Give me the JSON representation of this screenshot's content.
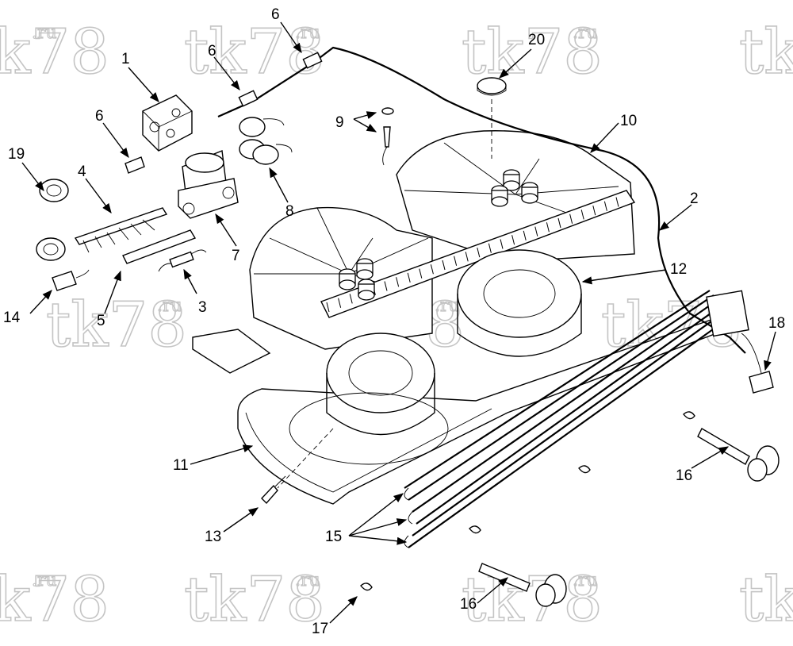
{
  "watermark": {
    "main": "tk78",
    "suffix": ".ru"
  },
  "callouts": [
    "1",
    "2",
    "3",
    "4",
    "5",
    "6",
    "6",
    "6",
    "7",
    "8",
    "9",
    "10",
    "11",
    "12",
    "13",
    "14",
    "15",
    "16",
    "16",
    "17",
    "18",
    "19",
    "20"
  ]
}
